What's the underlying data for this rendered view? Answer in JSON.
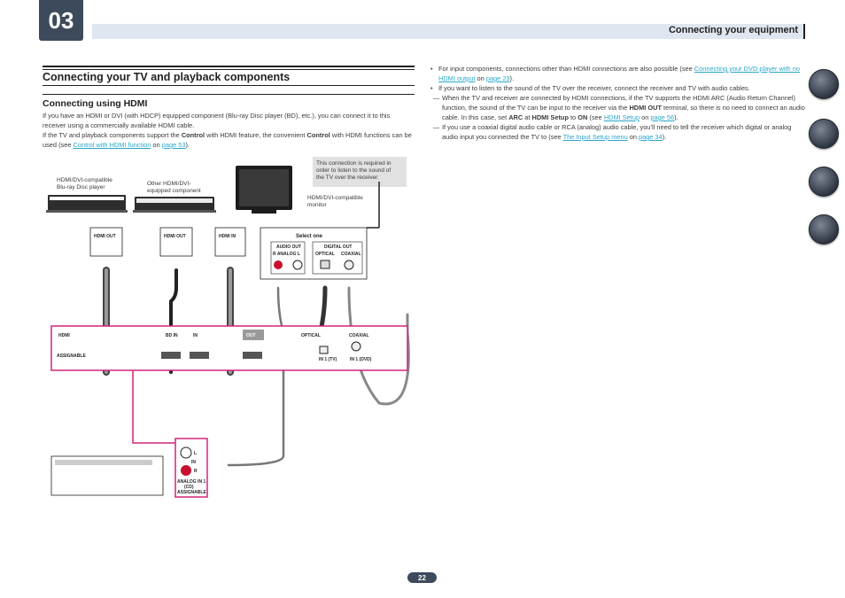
{
  "header": {
    "chapter": "03",
    "title": "Connecting your equipment"
  },
  "section": {
    "title": "Connecting your TV and playback components",
    "subtitle": "Connecting using HDMI"
  },
  "intro": {
    "p1": "If you have an HDMI or DVI (with HDCP) equipped component (Blu-ray Disc player (BD), etc.), you can connect it to this receiver using a commercially available HDMI cable.",
    "p2_a": "If the TV and playback components support the ",
    "p2_bold": "Control",
    "p2_b": " with HDMI feature, the convenient ",
    "p2_bold2": "Control",
    "p2_c": " with HDMI functions can be used (see ",
    "p2_link": "Control with HDMI function",
    "p2_d": " on ",
    "p2_page": "page 53",
    "p2_e": ")."
  },
  "right": {
    "b1_a": "For input components, connections other than HDMI connections are also possible (see ",
    "b1_link": "Connecting your DVD player with no HDMI output",
    "b1_b": " on ",
    "b1_page": "page 23",
    "b1_c": ").",
    "b2": "If you want to listen to the sound of the TV over the receiver, connect the receiver and TV with audio cables.",
    "d1_a": "When the TV and receiver are connected by HDMI connections, if the TV supports the HDMI ARC (Audio Return Channel) function, the sound of the TV can be input to the receiver via the ",
    "d1_b1": "HDMI OUT",
    "d1_b": " terminal, so there is no need to connect an audio cable. In this case, set ",
    "d1_b2": "ARC",
    "d1_c": " at ",
    "d1_b3": "HDMI Setup",
    "d1_d": " to ",
    "d1_b4": "ON",
    "d1_e": " (see ",
    "d1_link": "HDMI Setup",
    "d1_f": " on ",
    "d1_page": "page 56",
    "d1_g": ").",
    "d2_a": "If you use a coaxial digital audio cable or RCA (analog) audio cable, you’ll need to tell the receiver which digital or analog audio input you connected the TV to (see ",
    "d2_link": "The Input Setup menu",
    "d2_b": " on ",
    "d2_page": "page 34",
    "d2_c": ")."
  },
  "diagram": {
    "bd_label_1": "HDMI/DVI-compatible",
    "bd_label_2": "Blu-ray Disc player",
    "other_label_1": "Other HDMI/DVI-",
    "other_label_2": "equipped component",
    "note_1": "This connection is required in",
    "note_2": "order to listen to the sound of",
    "note_3": "the TV over the receiver.",
    "monitor_label_1": "HDMI/DVI-compatible",
    "monitor_label_2": "monitor",
    "hdmi_out_1": "HDMI OUT",
    "hdmi_out_2": "HDMI OUT",
    "hdmi_in": "HDMI IN",
    "select_one": "Select one",
    "audio_out": "AUDIO OUT",
    "digital_out": "DIGITAL OUT",
    "r_analog_l": "R   ANALOG   L",
    "optical": "OPTICAL",
    "coaxial": "COAXIAL",
    "panel_hdmi": "HDMI",
    "panel_bd_in": "BD IN",
    "panel_in": "IN",
    "panel_out": "OUT",
    "panel_assignable": "ASSIGNABLE",
    "panel_optical": "OPTICAL",
    "panel_coaxial": "COAXIAL",
    "panel_in_tv": "IN 1 (TV)",
    "panel_in_dvd": "IN 1 (DVD)",
    "analog_l": "L",
    "analog_in": "IN",
    "analog_r": "R",
    "analog_label_1": "ANALOG IN 1",
    "analog_label_2": "(CD)",
    "analog_label_3": "ASSIGNABLE"
  },
  "side_icons": [
    "book-icon",
    "remote-receiver-icon",
    "faq-icon",
    "glossary-icon"
  ],
  "page_number": "22",
  "colors": {
    "accent_link": "#2aa7c9",
    "header_bg": "#dfe6ef",
    "chapter_bg": "#3d4a5c",
    "panel_outline": "#d4237a"
  }
}
